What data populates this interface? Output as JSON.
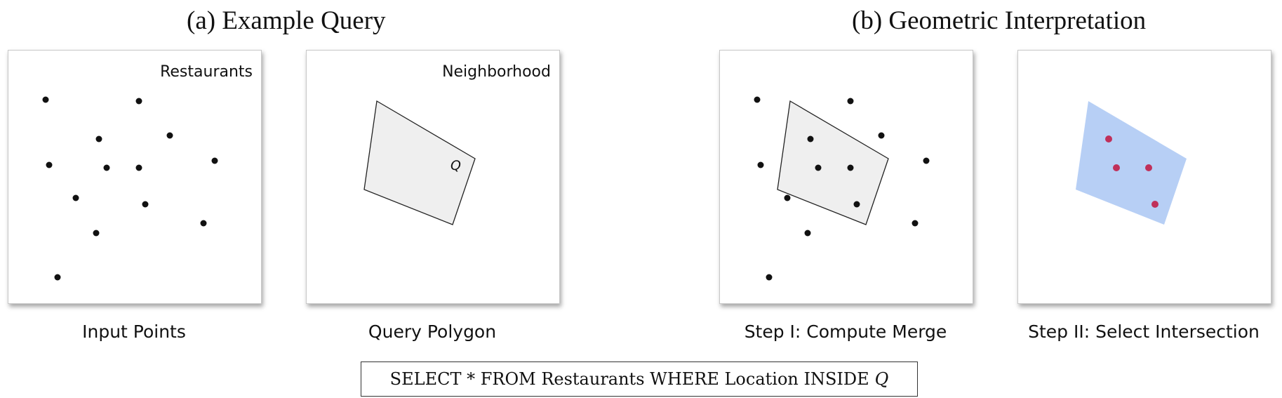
{
  "titles": {
    "a": "(a) Example Query",
    "b": "(b) Geometric Interpretation"
  },
  "panels": {
    "input": {
      "label": "Restaurants",
      "caption": "Input Points"
    },
    "query": {
      "label": "Neighborhood",
      "caption": "Query Polygon",
      "polygon_name": "Q"
    },
    "merge": {
      "caption": "Step I: Compute Merge"
    },
    "select": {
      "caption": "Step II: Select Intersection"
    }
  },
  "sql": {
    "text": "SELECT * FROM Restaurants WHERE Location INSIDE",
    "query_symbol": "Q"
  },
  "colors": {
    "point": "#111111",
    "polygon_fill": "#efefef",
    "polygon_stroke": "#222222",
    "intersection_fill": "#b7cff5",
    "selected_point": "#c0305a"
  }
}
